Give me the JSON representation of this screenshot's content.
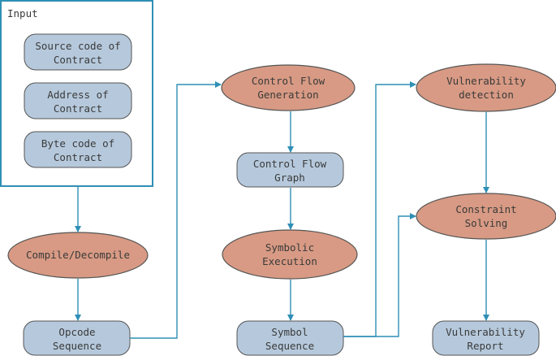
{
  "input_panel": {
    "title": "Input"
  },
  "input_items": [
    {
      "line1": "Source code of",
      "line2": "Contract"
    },
    {
      "line1": "Address of",
      "line2": "Contract"
    },
    {
      "line1": "Byte code of",
      "line2": "Contract"
    }
  ],
  "column1": {
    "compile": {
      "text": "Compile/Decompile"
    },
    "opcode": {
      "line1": "Opcode",
      "line2": "Sequence"
    }
  },
  "column2": {
    "cfg_generation": {
      "line1": "Control Flow",
      "line2": "Generation"
    },
    "cfg_graph": {
      "line1": "Control Flow",
      "line2": "Graph"
    },
    "symbolic_execution": {
      "line1": "Symbolic",
      "line2": "Execution"
    },
    "symbol_sequence": {
      "line1": "Symbol",
      "line2": "Sequence"
    }
  },
  "column3": {
    "vuln_detection": {
      "line1": "Vulnerability",
      "line2": "detection"
    },
    "constraint_solving": {
      "line1": "Constraint",
      "line2": "Solving"
    },
    "vuln_report": {
      "line1": "Vulnerability",
      "line2": "Report"
    }
  },
  "colors": {
    "box_fill": "#b6c9dc",
    "ellipse_fill": "#d89a84",
    "arrow": "#2f8fb5",
    "panel_border": "#2f8fb5"
  }
}
